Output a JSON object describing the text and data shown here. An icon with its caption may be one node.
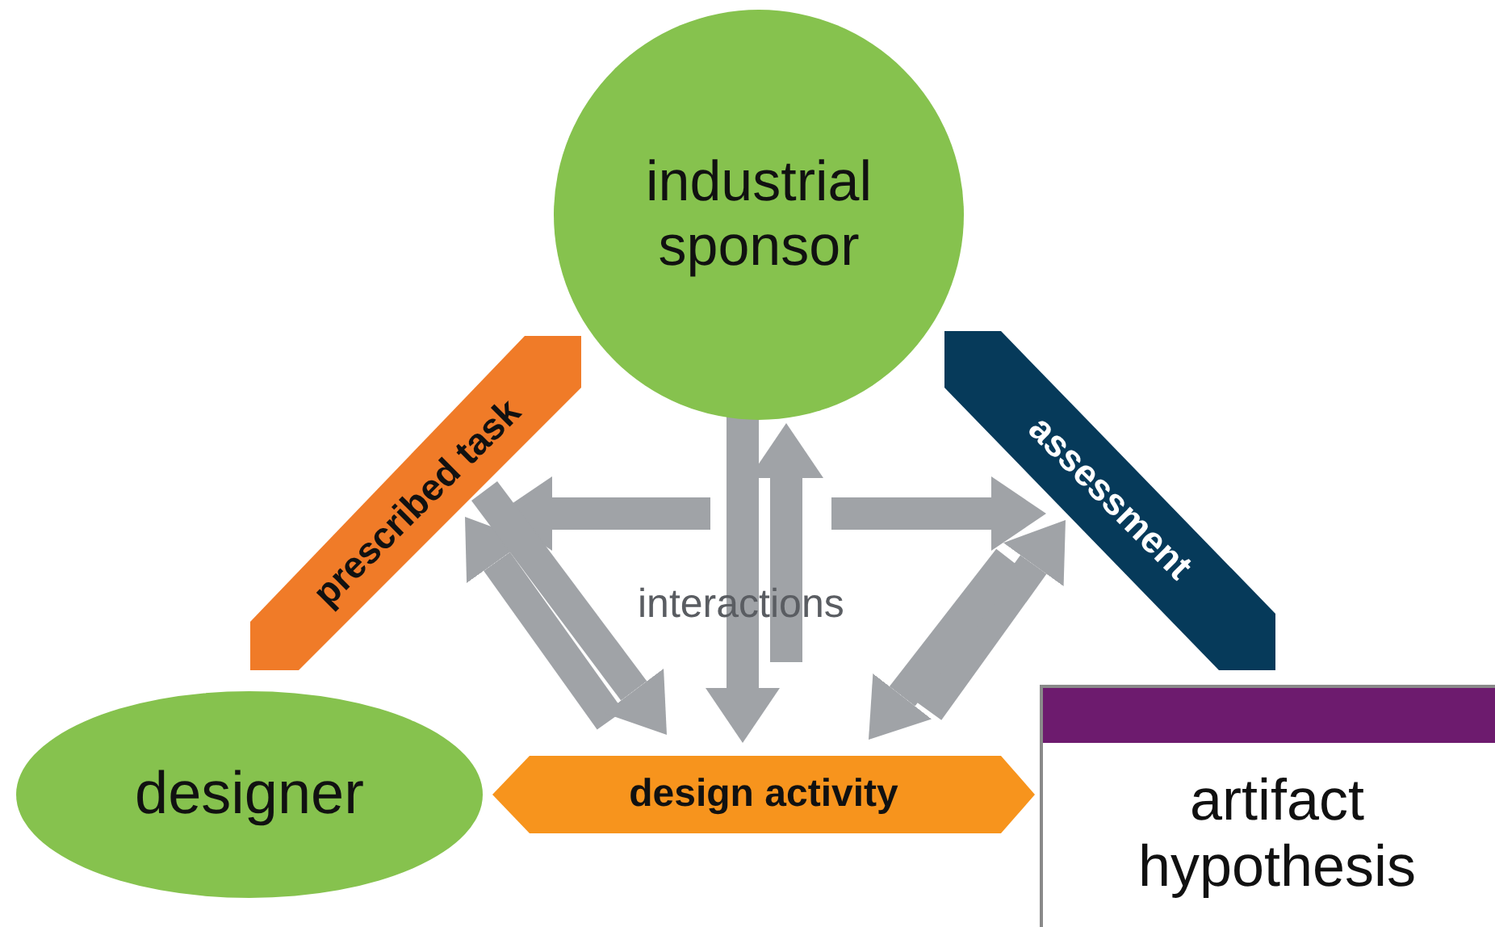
{
  "diagram": {
    "nodes": [
      {
        "text": [
          "industrial sponsor"
        ]
      },
      {
        "text": [
          "prescribed task"
        ]
      },
      {
        "text": [
          "assessment"
        ]
      },
      {
        "text": [
          "designer"
        ]
      },
      {
        "text": [
          "design activity"
        ]
      },
      {
        "text": [
          "artifact hypothesis"
        ]
      }
    ],
    "edges": [
      {
        "from": 4,
        "to": 0,
        "arrow": "to"
      },
      {
        "from": 0,
        "to": 4,
        "arrow": "to"
      },
      {
        "from": null,
        "to": 1,
        "arrow": "to"
      },
      {
        "from": null,
        "to": 2,
        "arrow": "to"
      },
      {
        "from": 4,
        "to": 1,
        "arrow": "to"
      },
      {
        "from": 1,
        "to": 4,
        "arrow": "to"
      },
      {
        "from": 4,
        "to": 2,
        "arrow": "to"
      },
      {
        "from": 2,
        "to": 4,
        "arrow": "to"
      }
    ],
    "labels": [
      "interactions"
    ]
  }
}
